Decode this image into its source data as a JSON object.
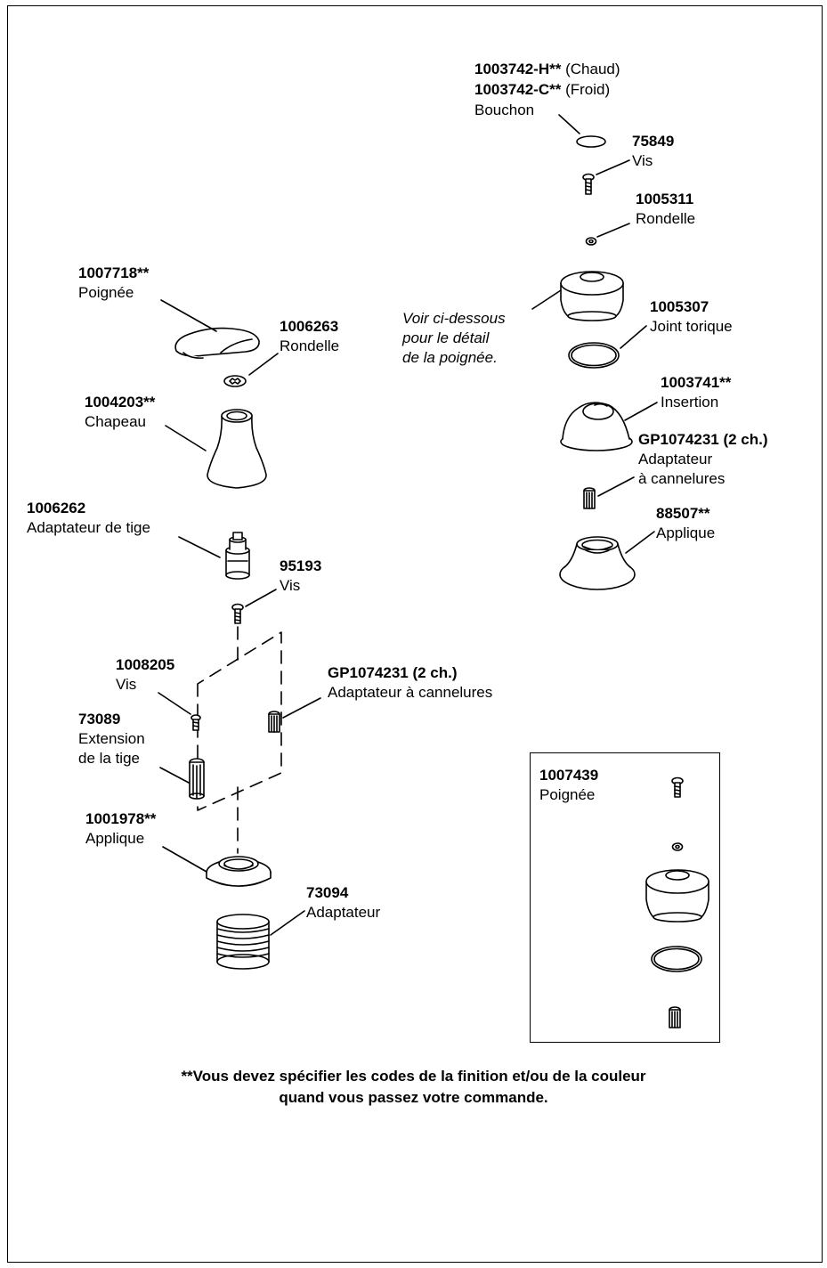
{
  "labels": {
    "bouchon_h": {
      "part": "1003742-H**",
      "desc": "(Chaud)"
    },
    "bouchon_c": {
      "part": "1003742-C**",
      "desc": "(Froid)"
    },
    "bouchon_name": "Bouchon",
    "screw_75849": {
      "part": "75849",
      "desc": "Vis"
    },
    "washer_1005311": {
      "part": "1005311",
      "desc": "Rondelle"
    },
    "oring_1005307": {
      "part": "1005307",
      "desc": "Joint torique"
    },
    "handle_note": [
      "Voir ci-dessous",
      "pour le détail",
      "de la poignée."
    ],
    "insert_1003741": {
      "part": "1003741**",
      "desc": "Insertion"
    },
    "adapter_gp_right": {
      "part": "GP1074231 (2 ch.)",
      "desc": [
        "Adaptateur",
        "à cannelures"
      ]
    },
    "escutcheon_88507": {
      "part": "88507**",
      "desc": "Applique"
    },
    "handle_1007718": {
      "part": "1007718**",
      "desc": "Poignée"
    },
    "washer_1006263": {
      "part": "1006263",
      "desc": "Rondelle"
    },
    "cap_1004203": {
      "part": "1004203**",
      "desc": "Chapeau"
    },
    "stem_adapter_1006262": {
      "part": "1006262",
      "desc": "Adaptateur de tige"
    },
    "screw_95193": {
      "part": "95193",
      "desc": "Vis"
    },
    "screw_1008205": {
      "part": "1008205",
      "desc": "Vis"
    },
    "adapter_gp_left": {
      "part": "GP1074231 (2 ch.)",
      "desc": "Adaptateur à cannelures"
    },
    "extension_73089": {
      "part": "73089",
      "desc": [
        "Extension",
        "de la tige"
      ]
    },
    "escutcheon_1001978": {
      "part": "1001978**",
      "desc": "Applique"
    },
    "adapter_73094": {
      "part": "73094",
      "desc": "Adaptateur"
    },
    "inset_handle": {
      "part": "1007439",
      "desc": "Poignée"
    }
  },
  "footnote": [
    "**Vous devez spécifier les codes de la finition et/ou de la couleur",
    "quand vous passez votre commande."
  ]
}
